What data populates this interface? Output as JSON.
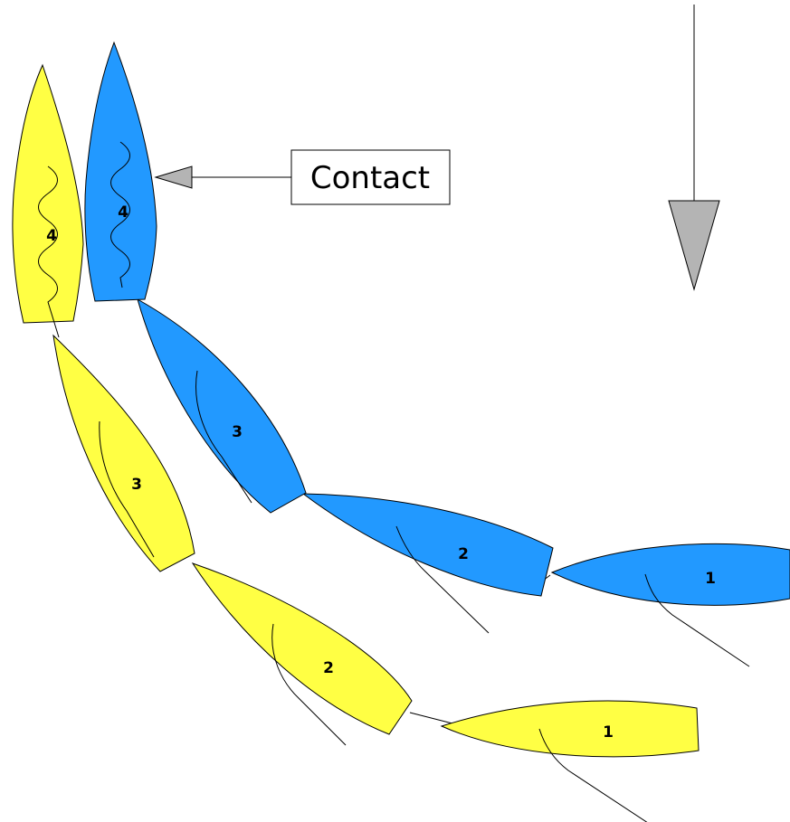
{
  "colors": {
    "yellow_boat": "#ffff44",
    "blue_boat": "#2299ff",
    "arrow_fill": "#b4b4b4",
    "line": "#000000"
  },
  "contact_label": "Contact",
  "wind_arrow_icon": "arrow-down-icon",
  "blue_boats": [
    {
      "label": "1"
    },
    {
      "label": "2"
    },
    {
      "label": "3"
    },
    {
      "label": "4"
    }
  ],
  "yellow_boats": [
    {
      "label": "1"
    },
    {
      "label": "2"
    },
    {
      "label": "3"
    },
    {
      "label": "4"
    }
  ]
}
